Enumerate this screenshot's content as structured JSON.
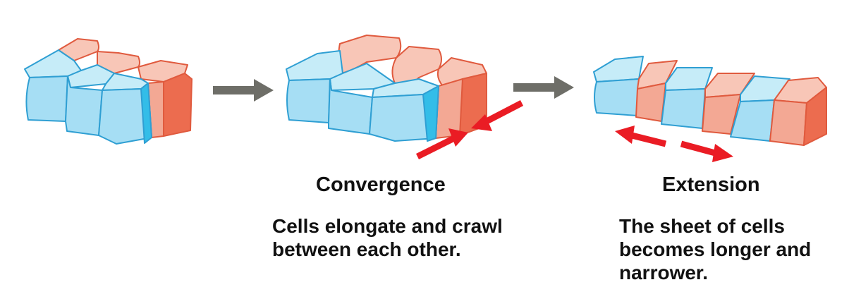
{
  "colors": {
    "blue_top": "#c6ecf8",
    "blue_front": "#a6def4",
    "blue_side": "#33bde8",
    "blue_edge": "#2f9fd3",
    "red_top": "#f8c6b7",
    "red_front": "#f3a894",
    "red_side": "#ec6c4f",
    "red_edge": "#e05a3e",
    "arrow_gray": "#6e6e68",
    "force_red": "#ea1c24"
  },
  "convergence": {
    "title": "Convergence",
    "description_lines": [
      "Cells elongate and crawl",
      "between each other."
    ]
  },
  "extension": {
    "title": "Extension",
    "description_lines": [
      "The sheet of cells",
      "becomes longer and",
      "narrower."
    ]
  }
}
